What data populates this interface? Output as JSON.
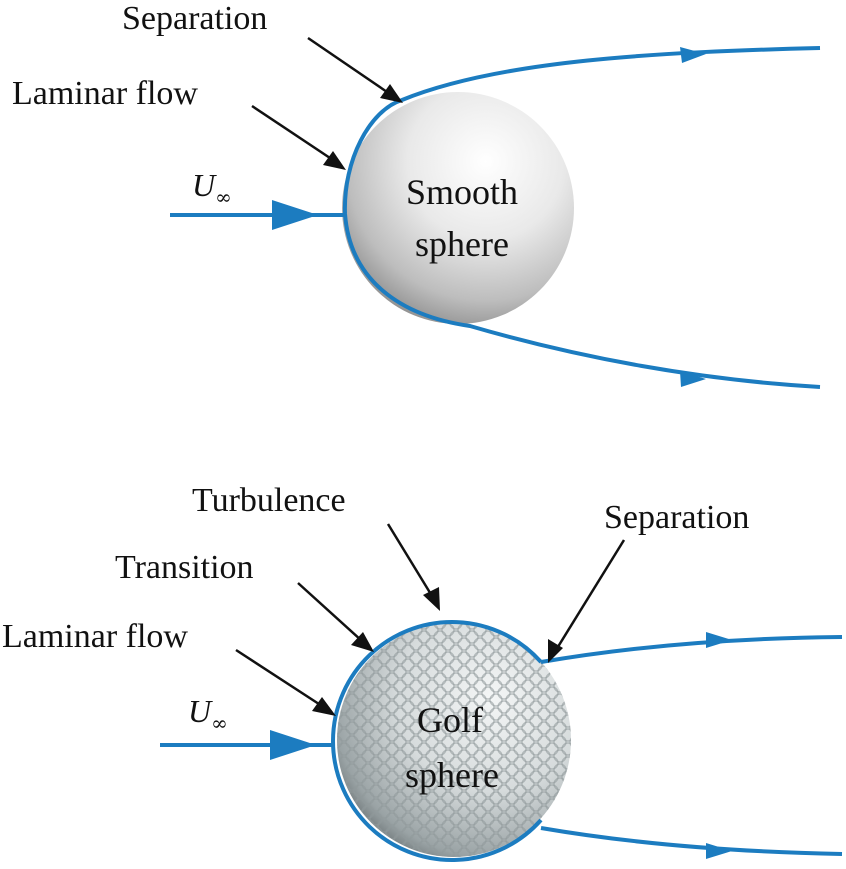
{
  "colors": {
    "streamline": "#1c7cc0",
    "pointer": "#111111",
    "text": "#111111"
  },
  "top": {
    "labels": {
      "separation": "Separation",
      "laminar": "Laminar flow"
    },
    "velocity": {
      "symbol": "U",
      "subscript": "∞"
    },
    "sphere": {
      "line1": "Smooth",
      "line2": "sphere"
    }
  },
  "bottom": {
    "labels": {
      "turbulence": "Turbulence",
      "transition": "Transition",
      "laminar": "Laminar flow",
      "separation": "Separation"
    },
    "velocity": {
      "symbol": "U",
      "subscript": "∞"
    },
    "sphere": {
      "line1": "Golf",
      "line2": "sphere"
    }
  }
}
